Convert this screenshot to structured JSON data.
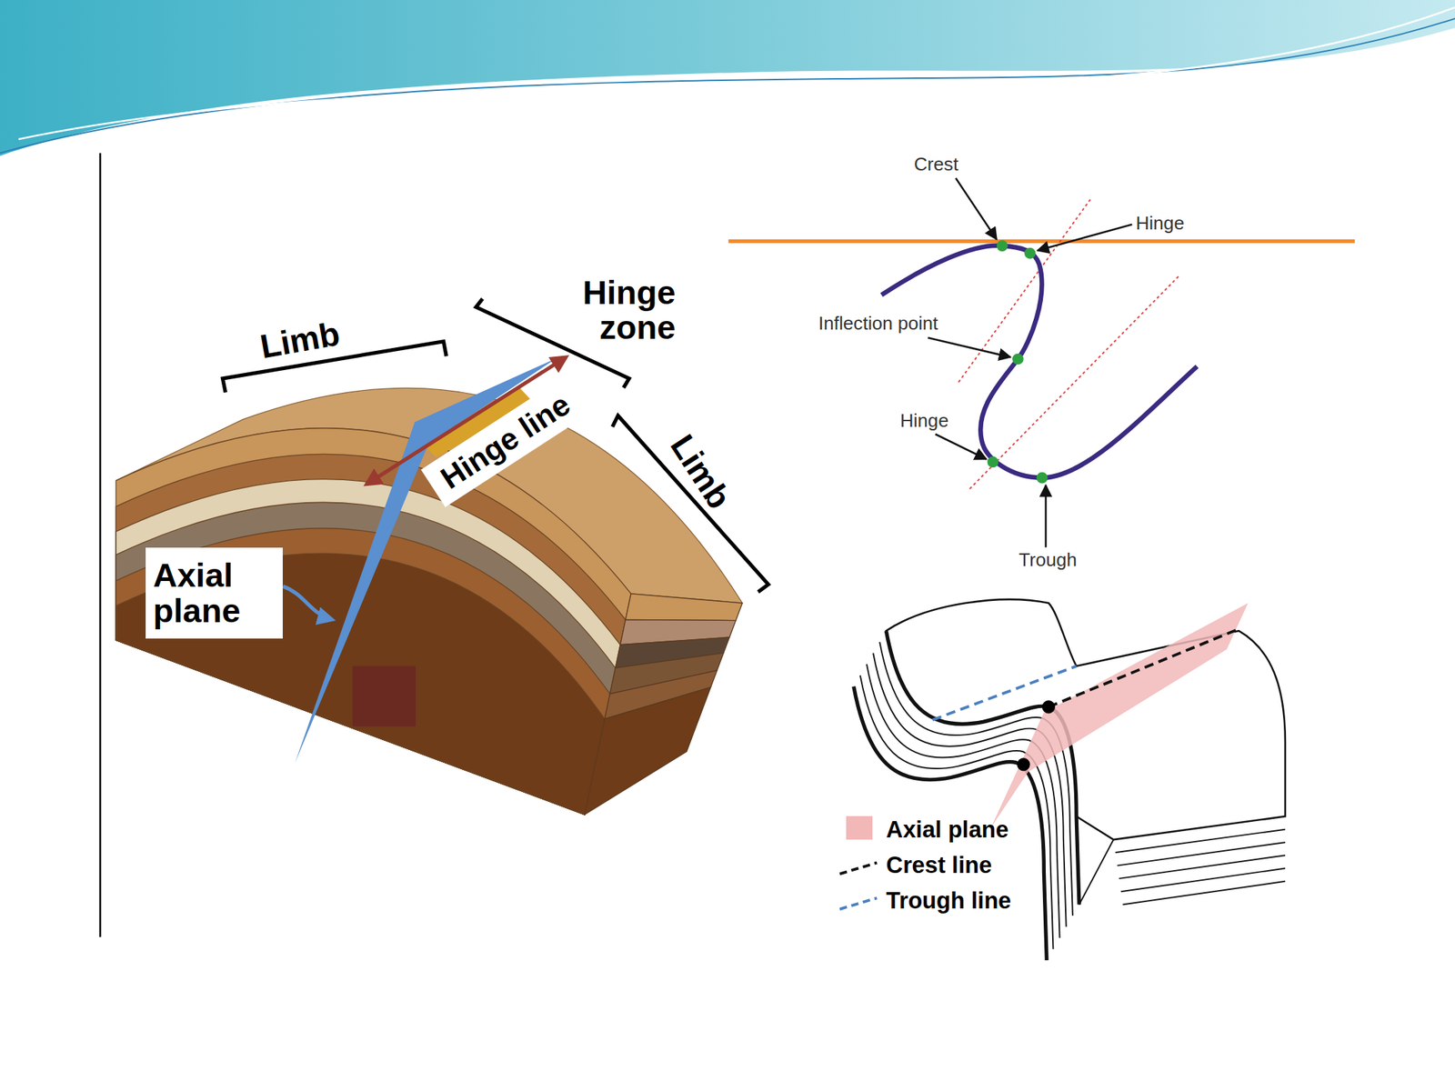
{
  "diagram": {
    "nodes": [
      {
        "text": [
          "Hinge line"
        ]
      },
      {
        "text": [
          "Axial plane"
        ]
      }
    ],
    "labels": [
      "Limb",
      "Hinge zone",
      "Limb",
      "Crest",
      "Hinge",
      "Inflection point",
      "Hinge",
      "Trough"
    ],
    "legend": [
      {
        "text": "Axial plane",
        "color": "#f2b8b8"
      },
      {
        "text": "Crest line"
      },
      {
        "text": "Trough line"
      }
    ]
  }
}
